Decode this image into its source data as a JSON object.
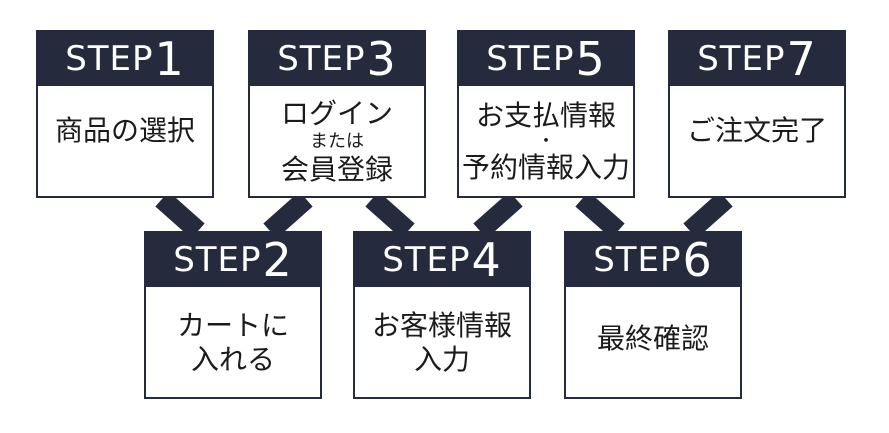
{
  "steps": [
    {
      "id": "step1",
      "label": "STEP",
      "number": "1",
      "lines": [
        "商品の選択"
      ]
    },
    {
      "id": "step2",
      "label": "STEP",
      "number": "2",
      "lines": [
        "カートに",
        "入れる"
      ]
    },
    {
      "id": "step3",
      "label": "STEP",
      "number": "3",
      "lines": [
        "ログイン",
        "または",
        "会員登録"
      ]
    },
    {
      "id": "step4",
      "label": "STEP",
      "number": "4",
      "lines": [
        "お客様情報",
        "入力"
      ]
    },
    {
      "id": "step5",
      "label": "STEP",
      "number": "5",
      "lines": [
        "お支払情報",
        "・",
        "予約情報入力"
      ]
    },
    {
      "id": "step6",
      "label": "STEP",
      "number": "6",
      "lines": [
        "最終確認"
      ]
    },
    {
      "id": "step7",
      "label": "STEP",
      "number": "7",
      "lines": [
        "ご注文完了"
      ]
    }
  ],
  "colors": {
    "header": "#252a3d",
    "border": "#252a3d",
    "connector": "#252a3d",
    "text": "#1b1b1b",
    "background": "#ffffff"
  }
}
